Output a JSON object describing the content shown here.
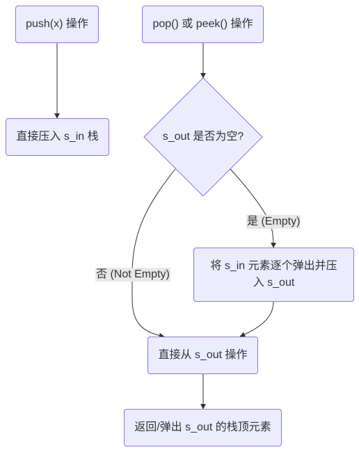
{
  "nodes": {
    "push_op": "push(x) 操作",
    "pop_peek_op": "pop() 或 peek() 操作",
    "push_direct": "直接压入 s_in 栈",
    "check_empty": "s_out 是否为空?",
    "transfer": "将 s_in 元素逐个弹出并压入 s_out",
    "operate_out": "直接从 s_out 操作",
    "return_top": "返回/弹出 s_out 的栈顶元素"
  },
  "edges": {
    "yes_label": "是 (Empty)",
    "no_label": "否 (Not Empty)"
  },
  "colors": {
    "node_fill": "#ECECFF",
    "node_border": "#9370DB",
    "edge_line": "#333333",
    "label_bg": "#e8e8e8",
    "text": "#333333"
  }
}
